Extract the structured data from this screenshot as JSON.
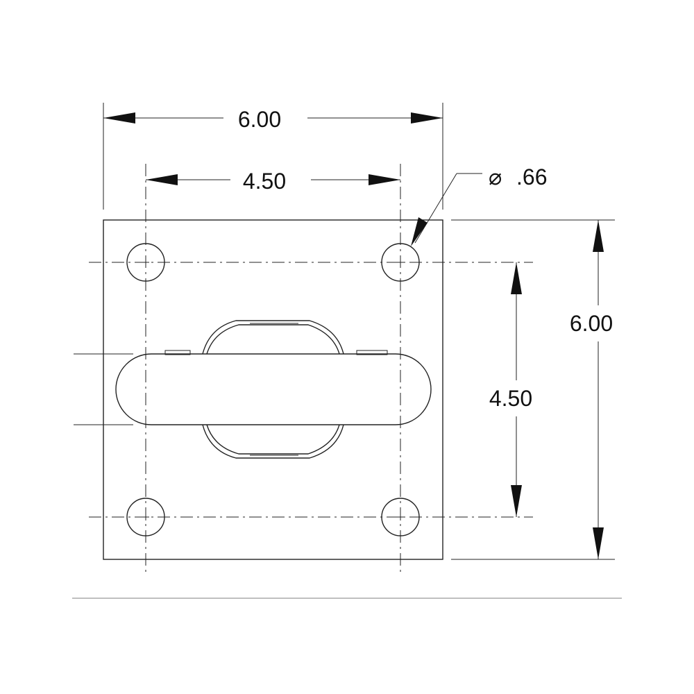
{
  "dimensions": {
    "plate_width": "6.00",
    "hole_spacing_horizontal": "4.50",
    "plate_height": "6.00",
    "hole_spacing_vertical": "4.50",
    "hole_diameter_symbol": "⌀",
    "hole_diameter": ".66"
  }
}
